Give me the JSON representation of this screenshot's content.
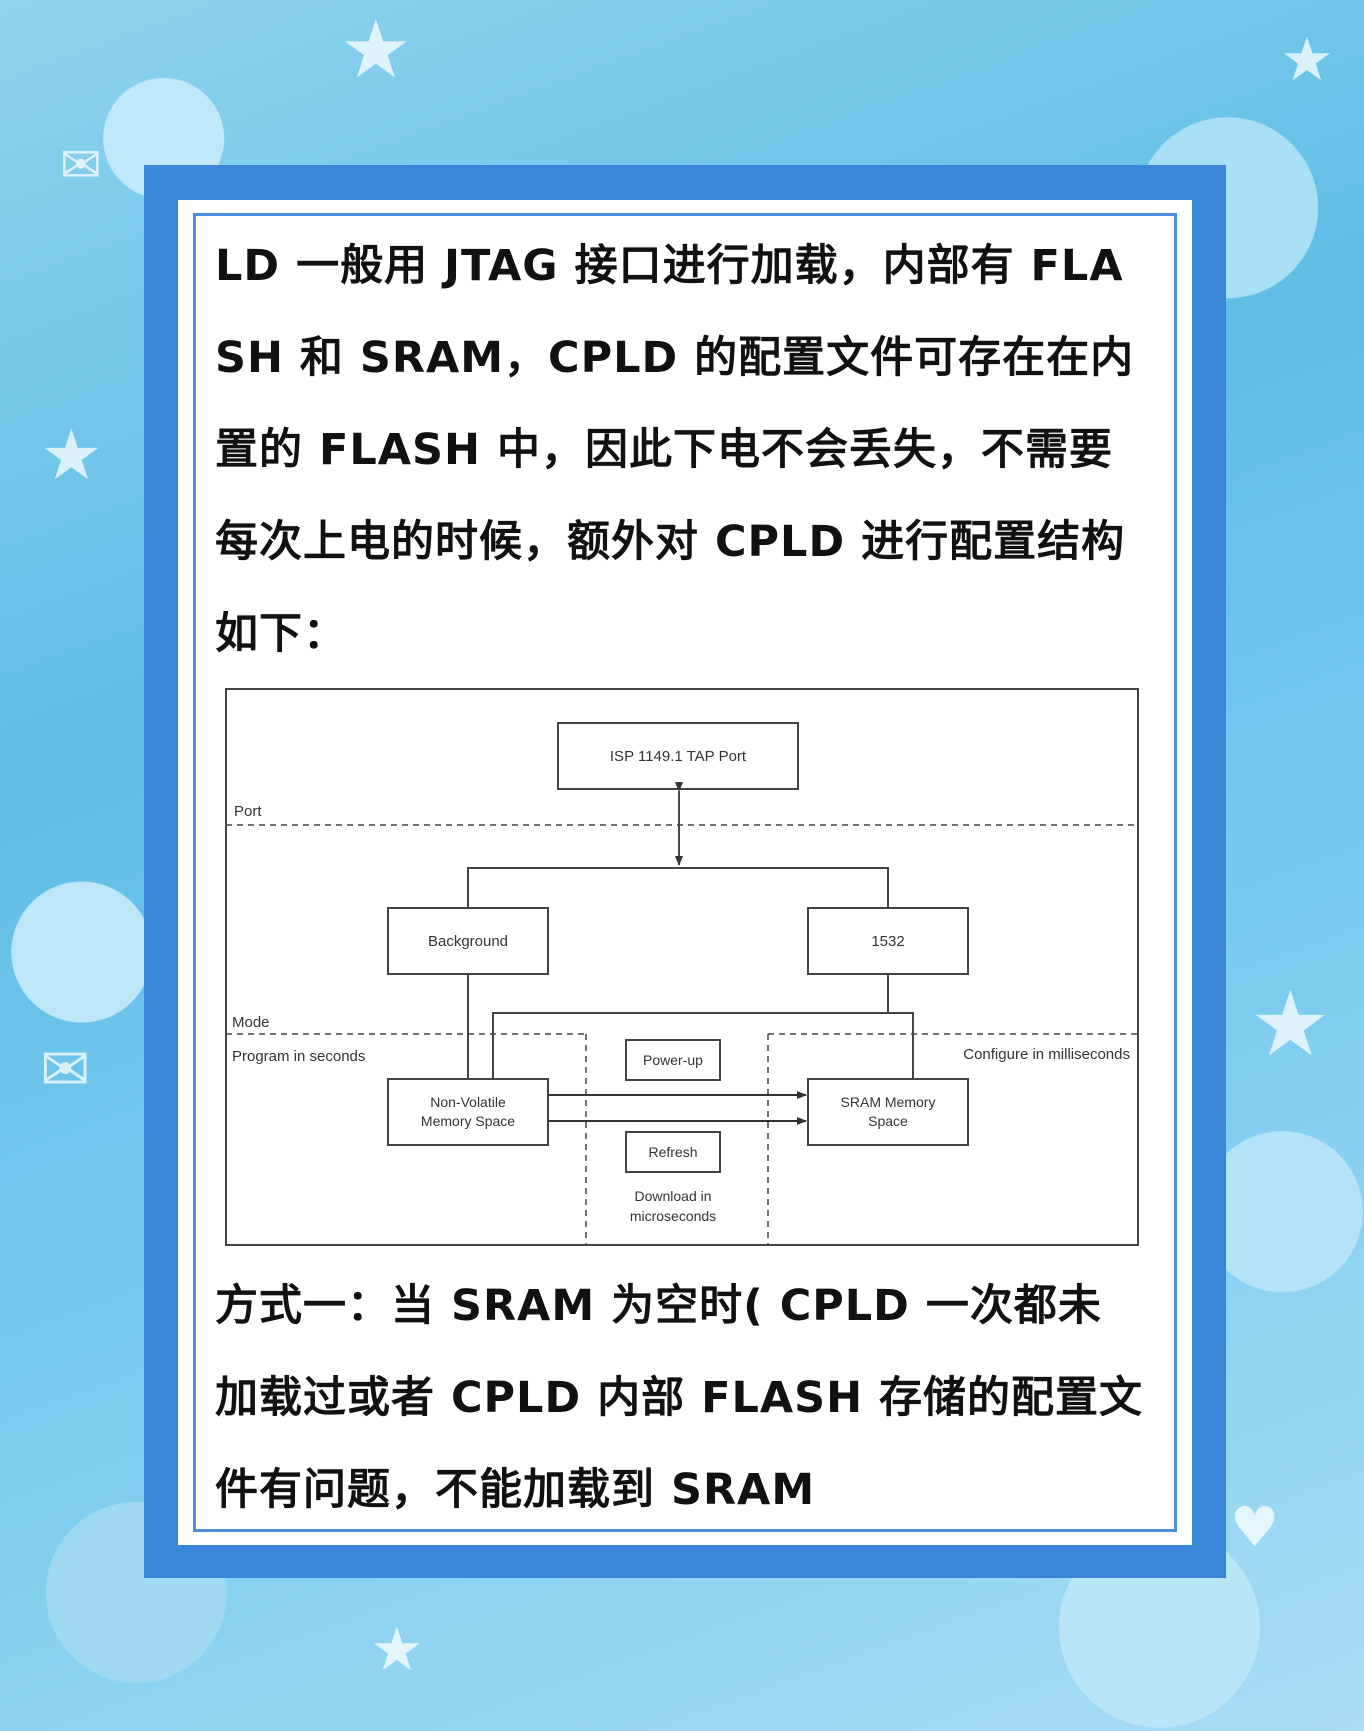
{
  "intro_text": "LD 一般用 JTAG 接口进行加载，内部有 FLASH 和 SRAM，CPLD 的配置文件可存在在内置的 FLASH 中，因此下电不会丢失，不需要每次上电的时候，额外对 CPLD 进行配置结构如下：",
  "diagram": {
    "tap_port": "ISP 1149.1 TAP Port",
    "port_label": "Port",
    "background": "Background",
    "box_1532": "1532",
    "mode_label": "Mode",
    "program_label": "Program in seconds",
    "configure_label": "Configure in milliseconds",
    "nvm_line1": "Non-Volatile",
    "nvm_line2": "Memory Space",
    "power_up": "Power-up",
    "refresh": "Refresh",
    "sram_line1": "SRAM Memory",
    "sram_line2": "Space",
    "download_line1": "Download in",
    "download_line2": "microseconds"
  },
  "method_text": "方式一：当 SRAM 为空时( CPLD 一次都未加载过或者 CPLD 内部 FLASH 存储的配置文件有问题，不能加载到 SRAM",
  "decor_icons": [
    "star-icon",
    "heart-icon",
    "envelope-icon"
  ],
  "colors": {
    "frame_blue": "#3a85d8",
    "text": "#111111"
  }
}
